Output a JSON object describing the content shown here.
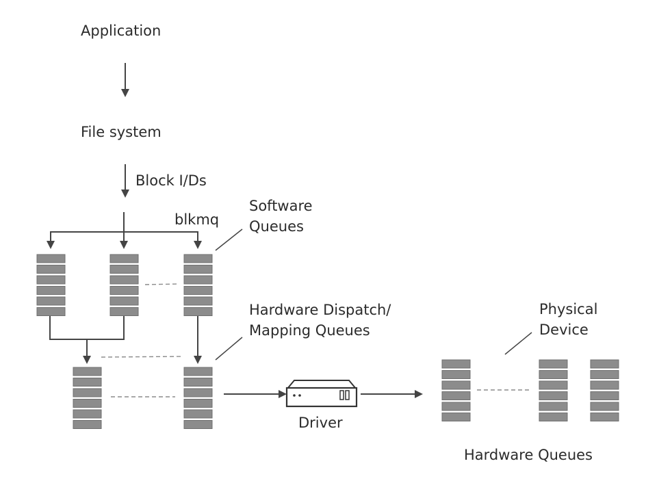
{
  "labels": {
    "application": "Application",
    "file_system": "File system",
    "block_ios": "Block I/Ds",
    "blkmq": "blkmq",
    "software_queues_line1": "Software",
    "software_queues_line2": "Queues",
    "hw_dispatch_line1": "Hardware Dispatch/",
    "hw_dispatch_line2": "Mapping Queues",
    "physical_line1": "Physical",
    "physical_line2": "Device",
    "driver": "Driver",
    "hardware_queues": "Hardware Queues"
  },
  "icons": {
    "driver": "storage-device-icon"
  },
  "colors": {
    "queue_slot": "#8c8c8c",
    "line": "#444444",
    "text": "#2b2b2b"
  },
  "queues": {
    "slots_per_queue": 6,
    "software_queue_count_shown": 3,
    "dispatch_queue_count_shown": 2,
    "hardware_queue_count_shown": 3
  }
}
